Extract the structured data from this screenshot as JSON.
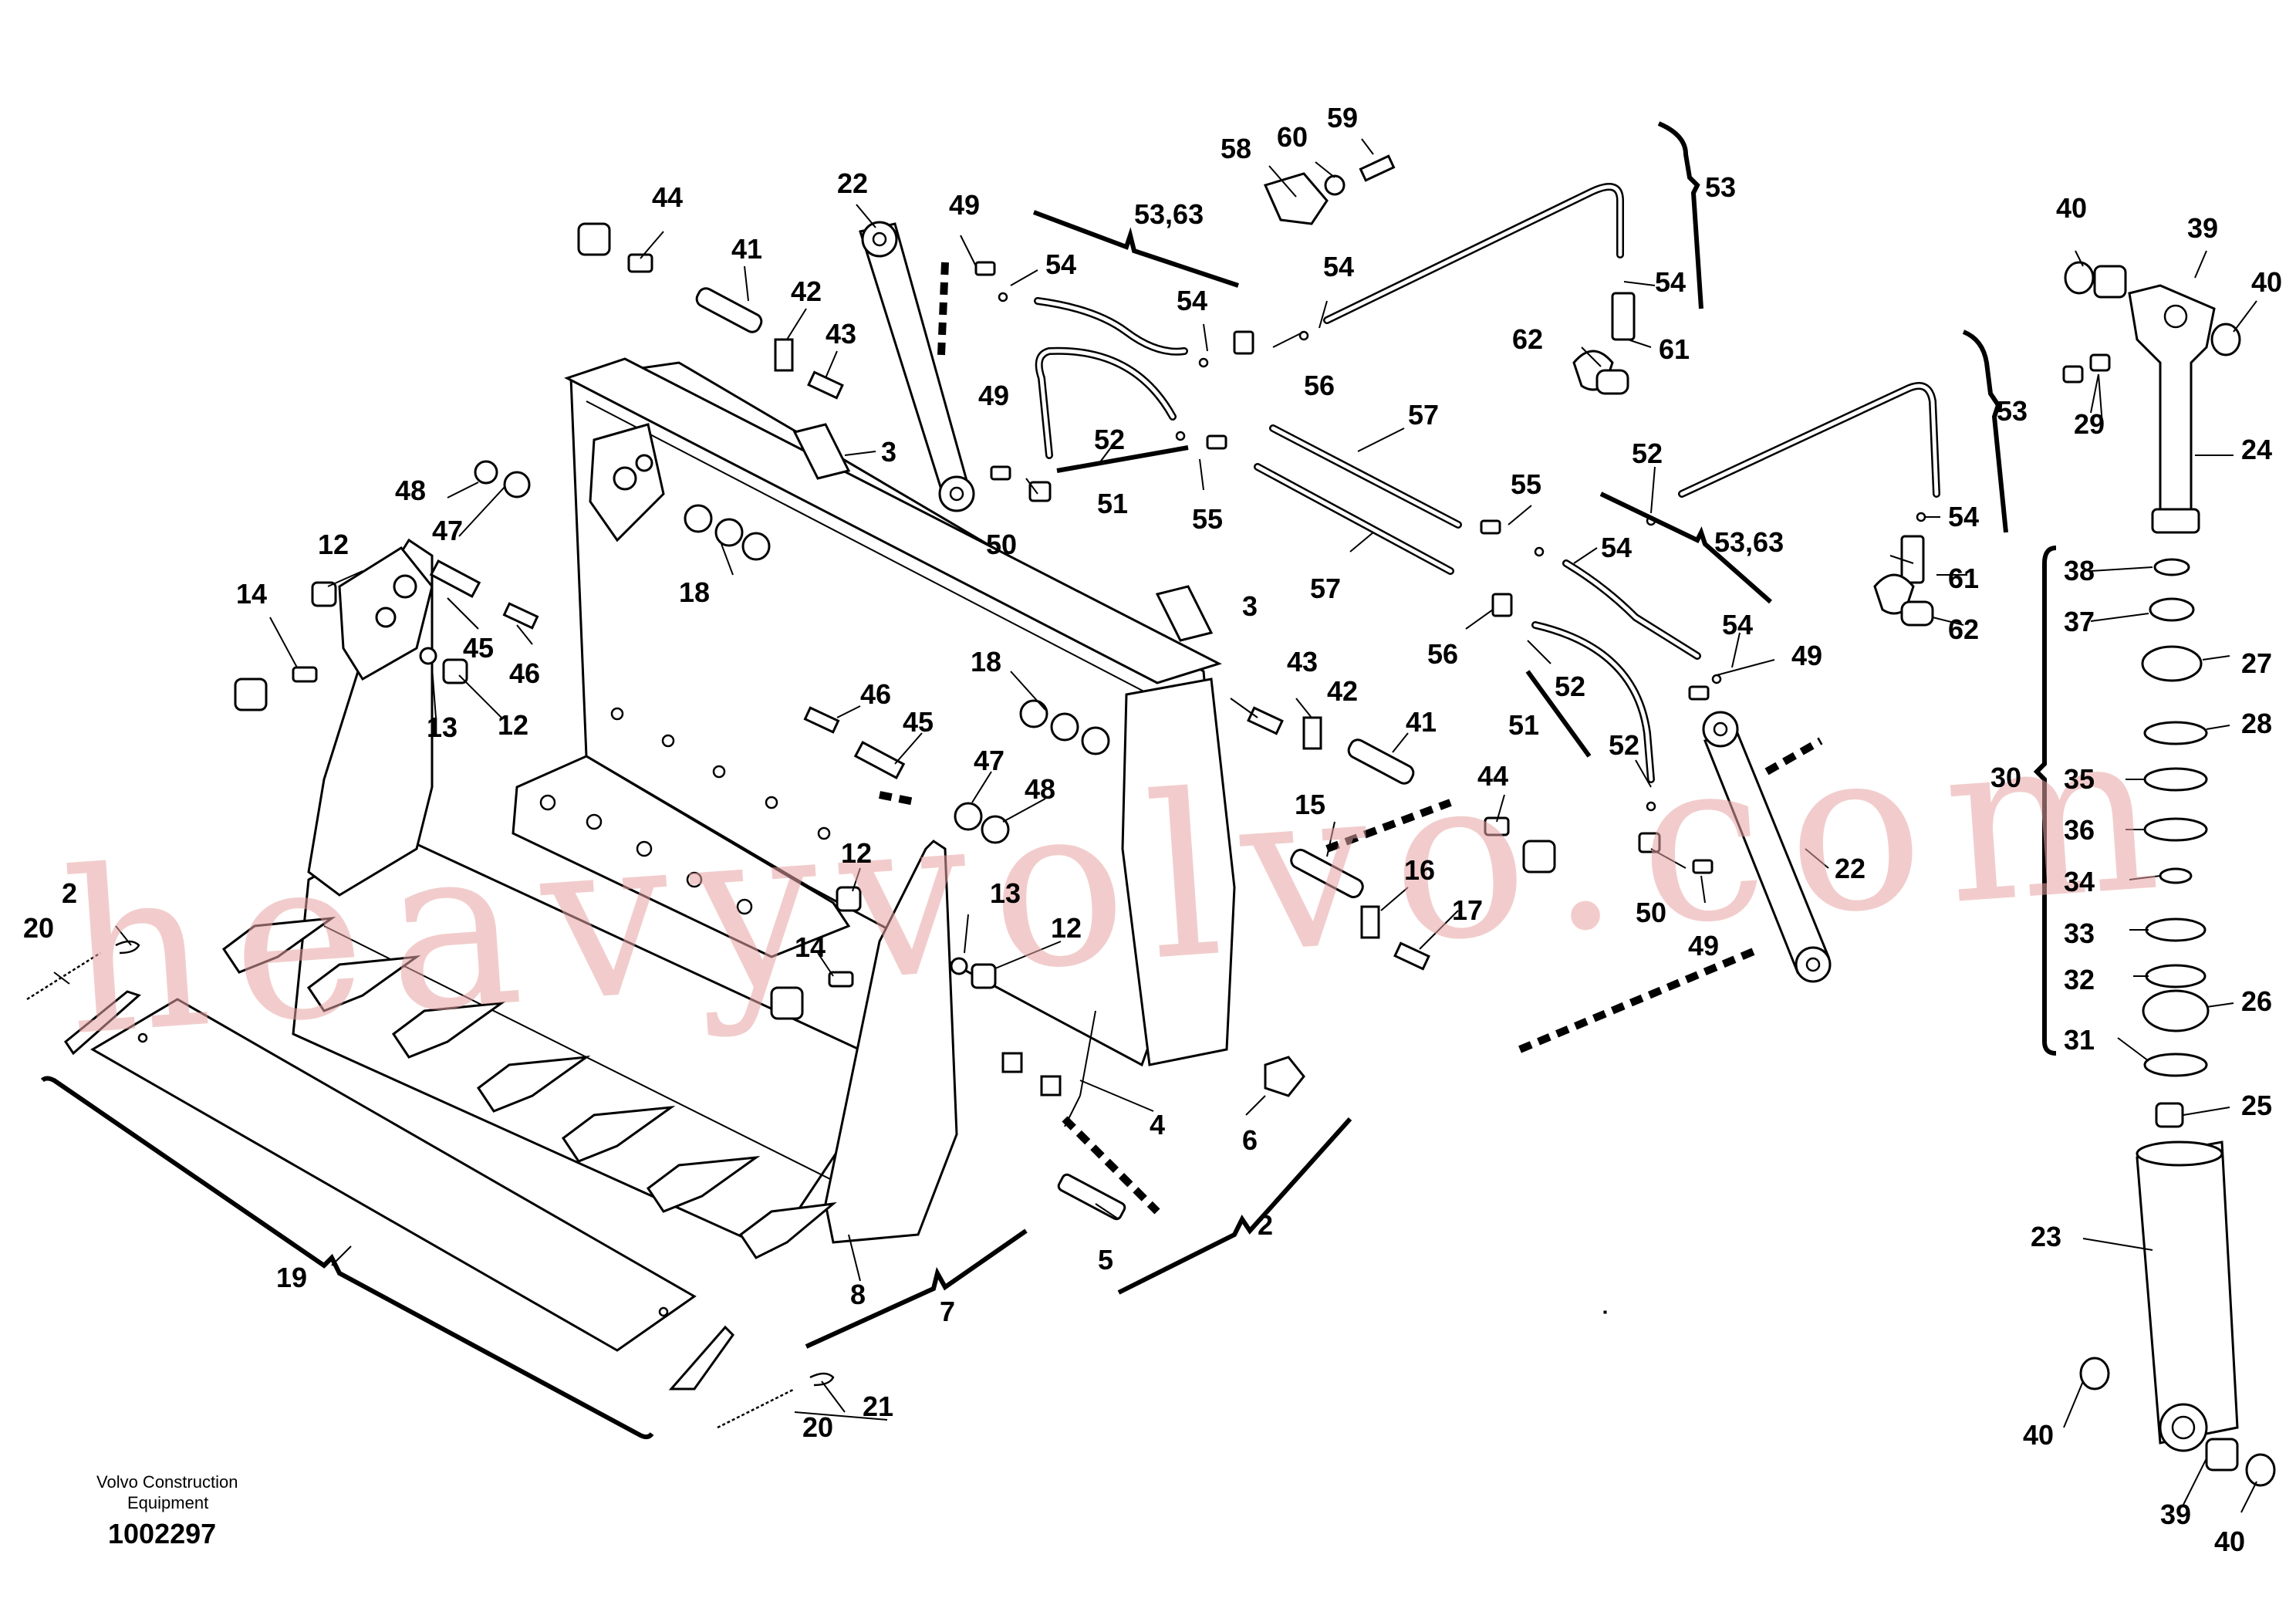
{
  "watermark": "heavyvolvo.com",
  "footer": {
    "company_line1": "Volvo Construction",
    "company_line2": "Equipment",
    "drawing_number": "1002297"
  },
  "callouts": {
    "c2a": "2",
    "c2b": "2",
    "c3a": "3",
    "c3b": "3",
    "c4": "4",
    "c5": "5",
    "c6": "6",
    "c7": "7",
    "c8": "8",
    "c12a": "12",
    "c12b": "12",
    "c12c": "12",
    "c12d": "12",
    "c13a": "13",
    "c13b": "13",
    "c14a": "14",
    "c14b": "14",
    "c15": "15",
    "c16": "16",
    "c17": "17",
    "c18a": "18",
    "c18b": "18",
    "c19": "19",
    "c20a": "20",
    "c20b": "20",
    "c21": "21",
    "c22a": "22",
    "c22b": "22",
    "c23": "23",
    "c24": "24",
    "c25": "25",
    "c26": "26",
    "c27": "27",
    "c28": "28",
    "c29": "29",
    "c30": "30",
    "c31": "31",
    "c32": "32",
    "c33": "33",
    "c34": "34",
    "c35": "35",
    "c36": "36",
    "c37": "37",
    "c38": "38",
    "c39a": "39",
    "c39b": "39",
    "c40a": "40",
    "c40b": "40",
    "c40c": "40",
    "c40d": "40",
    "c41a": "41",
    "c41b": "41",
    "c42a": "42",
    "c42b": "42",
    "c43a": "43",
    "c43b": "43",
    "c44a": "44",
    "c44b": "44",
    "c45a": "45",
    "c45b": "45",
    "c46a": "46",
    "c46b": "46",
    "c47a": "47",
    "c47b": "47",
    "c48a": "48",
    "c48b": "48",
    "c49a": "49",
    "c49b": "49",
    "c49c": "49",
    "c49d": "49",
    "c50a": "50",
    "c50b": "50",
    "c51a": "51",
    "c51b": "51",
    "c52a": "52",
    "c52b": "52",
    "c52c": "52",
    "c52d": "52",
    "c5363a": "53,63",
    "c5363b": "53,63",
    "c53a": "53",
    "c53b": "53",
    "c54a": "54",
    "c54b": "54",
    "c54c": "54",
    "c54d": "54",
    "c54e": "54",
    "c54f": "54",
    "c54g": "54",
    "c55a": "55",
    "c55b": "55",
    "c56a": "56",
    "c56b": "56",
    "c57a": "57",
    "c57b": "57",
    "c58": "58",
    "c59": "59",
    "c60": "60",
    "c61a": "61",
    "c61b": "61",
    "c62a": "62",
    "c62b": "62"
  }
}
